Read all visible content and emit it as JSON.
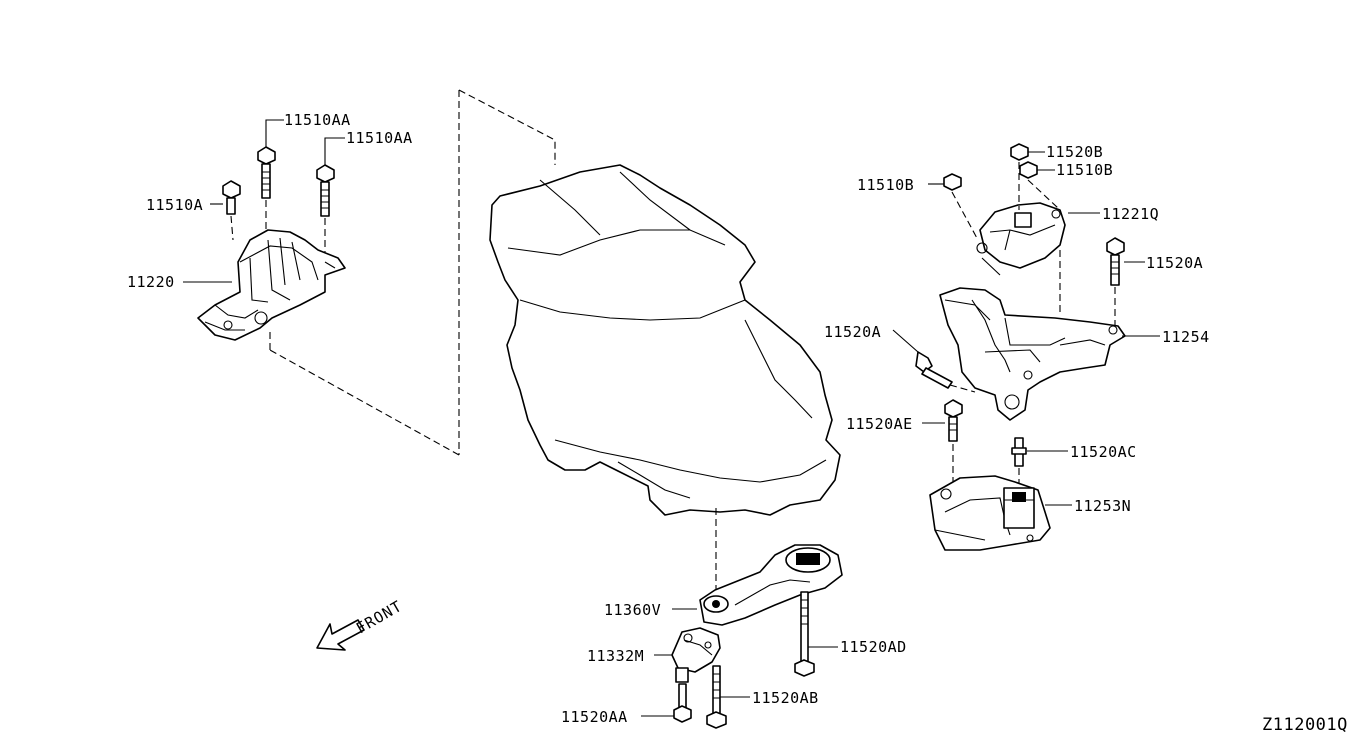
{
  "parts": [
    {
      "id": "11510AA_a",
      "label": "11510AA"
    },
    {
      "id": "11510AA_b",
      "label": "11510AA"
    },
    {
      "id": "11510A",
      "label": "11510A"
    },
    {
      "id": "11220",
      "label": "11220"
    },
    {
      "id": "11520B",
      "label": "11520B"
    },
    {
      "id": "11510B_a",
      "label": "11510B"
    },
    {
      "id": "11510B_b",
      "label": "11510B"
    },
    {
      "id": "11221Q",
      "label": "11221Q"
    },
    {
      "id": "11520A_a",
      "label": "11520A"
    },
    {
      "id": "11520A_b",
      "label": "11520A"
    },
    {
      "id": "11254",
      "label": "11254"
    },
    {
      "id": "11520AE",
      "label": "11520AE"
    },
    {
      "id": "11520AC",
      "label": "11520AC"
    },
    {
      "id": "11253N",
      "label": "11253N"
    },
    {
      "id": "11360V",
      "label": "11360V"
    },
    {
      "id": "11332M",
      "label": "11332M"
    },
    {
      "id": "11520AD",
      "label": "11520AD"
    },
    {
      "id": "11520AB",
      "label": "11520AB"
    },
    {
      "id": "11520AA",
      "label": "11520AA"
    }
  ],
  "direction_label": "FRONT",
  "reference_code": "Z112001Q",
  "colors": {
    "line": "#000000",
    "background": "#ffffff"
  }
}
